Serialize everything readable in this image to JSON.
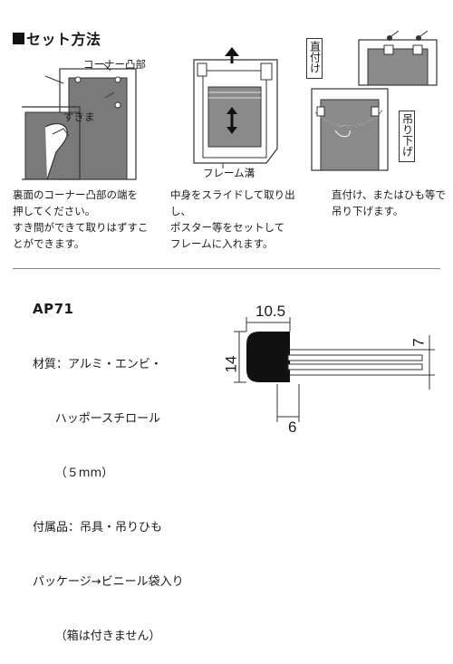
{
  "header": {
    "title": "セット方法"
  },
  "illustrations": {
    "corner_label": "コーナー凸部",
    "gap_label": "すきま",
    "groove_label": "フレーム溝",
    "wall_mount_label": "直付け",
    "hanging_label": "吊り下げ"
  },
  "steps": [
    {
      "text": "裏面のコーナー凸部の端を\n押してください。\nすき間ができて取りはずすこ\nとができます。"
    },
    {
      "text": "中身をスライドして取り出し、\nポスター等をセットして\nフレームに入れます。"
    },
    {
      "text": "直付け、またはひも等で\n吊り下げます。"
    }
  ],
  "product": {
    "model": "AP71",
    "spec_lines": [
      "材質：アルミ・エンビ・",
      "      ハッポースチロール",
      "      （５mm）",
      "付属品：吊具・吊りひも",
      "パッケージ→ビニール袋入り",
      "      （箱は付きません）"
    ]
  },
  "profile": {
    "width": "10.5",
    "height": "14",
    "lip": "7",
    "groove": "6"
  }
}
